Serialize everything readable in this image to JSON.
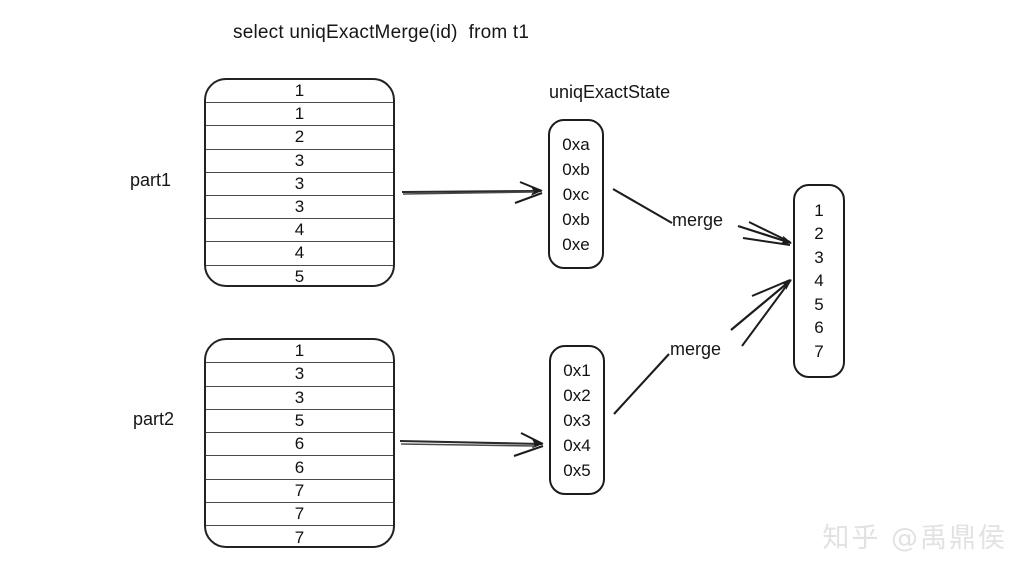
{
  "diagram": {
    "query_title": "select uniqExactMerge(id)  from t1",
    "state_heading": "uniqExactState",
    "parts": [
      {
        "label": "part1",
        "rows": [
          "1",
          "1",
          "2",
          "3",
          "3",
          "3",
          "4",
          "4",
          "5"
        ]
      },
      {
        "label": "part2",
        "rows": [
          "1",
          "3",
          "3",
          "5",
          "6",
          "6",
          "7",
          "7",
          "7"
        ]
      }
    ],
    "states": [
      {
        "name": "state-box-1",
        "cells": [
          "0xa",
          "0xb",
          "0xc",
          "0xb",
          "0xe"
        ]
      },
      {
        "name": "state-box-2",
        "cells": [
          "0x1",
          "0x2",
          "0x3",
          "0x4",
          "0x5"
        ]
      }
    ],
    "merge_labels": [
      "merge",
      "merge"
    ],
    "result": {
      "cells": [
        "1",
        "2",
        "3",
        "4",
        "5",
        "6",
        "7"
      ]
    },
    "watermark": "知乎 @禹鼎侯",
    "colors": {
      "stroke": "#1c1c1c",
      "row_rule": "#4a4a4a",
      "text": "#161616",
      "background": "#ffffff",
      "watermark": "#e2e2e2"
    }
  }
}
